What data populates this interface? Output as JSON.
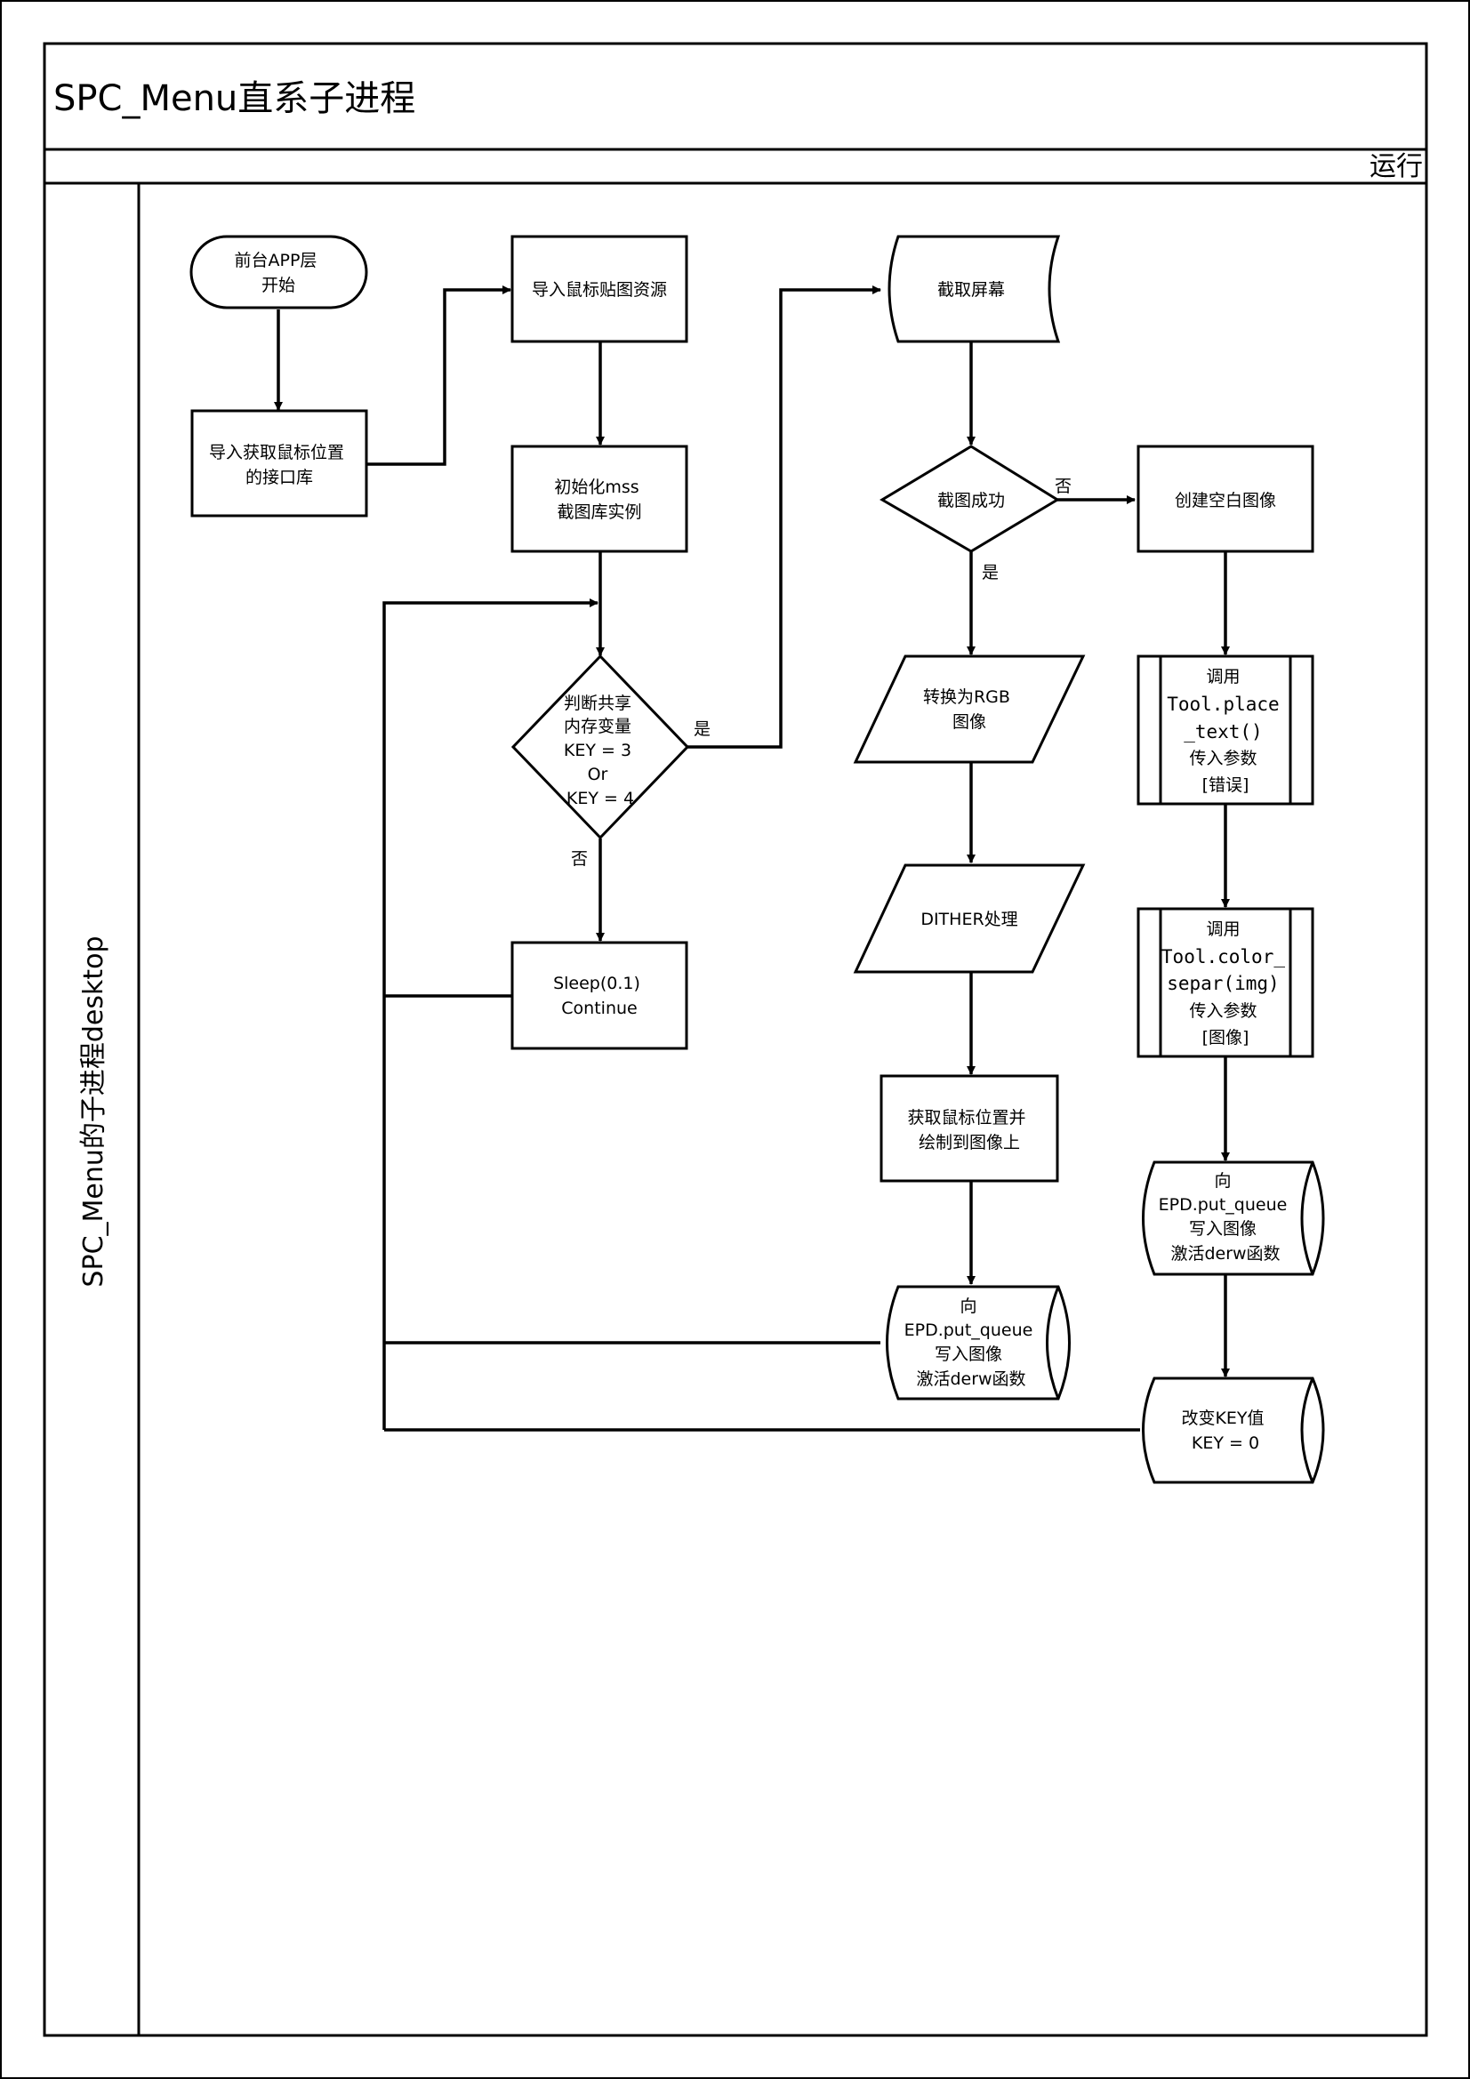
{
  "title": "SPC_Menu直系子进程",
  "phase_label": "运行",
  "lane_label": "SPC_Menu的子进程desktop",
  "nodes": {
    "start": {
      "lines": [
        "前台APP层",
        "开始"
      ]
    },
    "import_mouse_lib": {
      "lines": [
        "导入获取鼠标位置",
        "的接口库"
      ]
    },
    "import_cursor_res": {
      "lines": [
        "导入鼠标贴图资源"
      ]
    },
    "init_mss": {
      "lines": [
        "初始化mss",
        "截图库实例"
      ]
    },
    "check_key": {
      "lines": [
        "判断共享",
        "内存变量",
        "KEY = 3",
        "Or",
        "KEY = 4"
      ]
    },
    "sleep": {
      "lines": [
        "Sleep(0.1)",
        "Continue"
      ]
    },
    "capture_screen": {
      "lines": [
        "截取屏幕"
      ]
    },
    "capture_ok": {
      "lines": [
        "截图成功"
      ]
    },
    "to_rgb": {
      "lines": [
        "转换为RGB",
        "图像"
      ]
    },
    "dither": {
      "lines": [
        "DITHER处理"
      ]
    },
    "draw_cursor": {
      "lines": [
        "获取鼠标位置并",
        "绘制到图像上"
      ]
    },
    "put_queue_left": {
      "lines": [
        "向",
        "EPD.put_queue",
        "写入图像",
        "激活derw函数"
      ]
    },
    "create_blank": {
      "lines": [
        "创建空白图像"
      ]
    },
    "call_place_text": {
      "lines": [
        "调用",
        "Tool.place",
        "_text()",
        "传入参数",
        "[错误]"
      ]
    },
    "call_color_separ": {
      "lines": [
        "调用",
        "Tool.color_",
        "separ(img)",
        "传入参数",
        "[图像]"
      ]
    },
    "put_queue_right": {
      "lines": [
        "向",
        "EPD.put_queue",
        "写入图像",
        "激活derw函数"
      ]
    },
    "change_key": {
      "lines": [
        "改变KEY值",
        "KEY = 0"
      ]
    }
  },
  "edge_labels": {
    "check_yes": "是",
    "check_no": "否",
    "capture_no": "否",
    "capture_yes": "是"
  }
}
